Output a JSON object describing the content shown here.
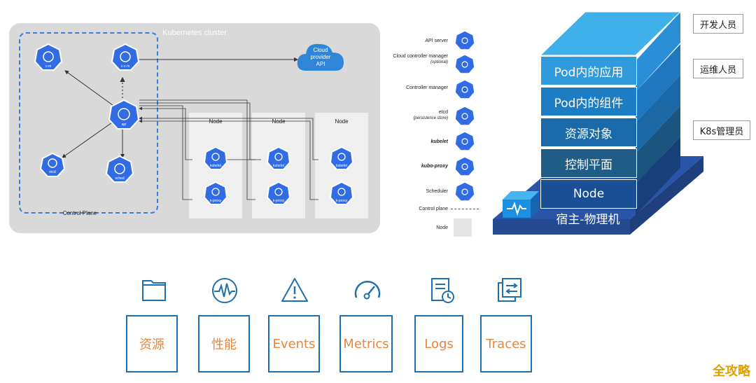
{
  "cluster": {
    "title": "Kubernetes cluster",
    "control_plane_label": "Control Plane",
    "cloud_label_1": "Cloud",
    "cloud_label_2": "provider",
    "cloud_label_3": "API",
    "node_label": "Node",
    "cp_components": [
      "c-m",
      "c-c-m",
      "api",
      "etcd",
      "sched"
    ],
    "node_components": [
      "kubelet",
      "k-proxy"
    ]
  },
  "legend": {
    "items": [
      {
        "label": "API server",
        "sub": ""
      },
      {
        "label": "Cloud controller manager",
        "sub": "(optional)"
      },
      {
        "label": "Controller manager",
        "sub": ""
      },
      {
        "label": "etcd",
        "sub": "(persistence store)"
      },
      {
        "label": "kubelet",
        "sub": ""
      },
      {
        "label": "kubo-proxy",
        "sub": ""
      },
      {
        "label": "Scheduler",
        "sub": ""
      },
      {
        "label": "Control plane",
        "sub": ""
      },
      {
        "label": "Node",
        "sub": ""
      }
    ]
  },
  "stack": {
    "layers": [
      "Pod内的应用",
      "Pod内的组件",
      "资源对象",
      "控制平面",
      "Node",
      "宿主-物理机"
    ],
    "roles": [
      "开发人员",
      "运维人员",
      "K8s管理员"
    ],
    "colors": [
      "#2f9bdc",
      "#1c7cc4",
      "#1a6aa9",
      "#1f5c86",
      "#1a4f96",
      "#2b5fb0"
    ]
  },
  "observability": {
    "items": [
      {
        "label": "资源",
        "icon": "folder-icon"
      },
      {
        "label": "性能",
        "icon": "pulse-icon"
      },
      {
        "label": "Events",
        "icon": "warning-icon"
      },
      {
        "label": "Metrics",
        "icon": "gauge-icon"
      },
      {
        "label": "Logs",
        "icon": "log-clock-icon"
      },
      {
        "label": "Traces",
        "icon": "trace-icon"
      }
    ],
    "accent": "#1d6fb0",
    "text_color": "#e8853c"
  },
  "watermark": "全攻略"
}
